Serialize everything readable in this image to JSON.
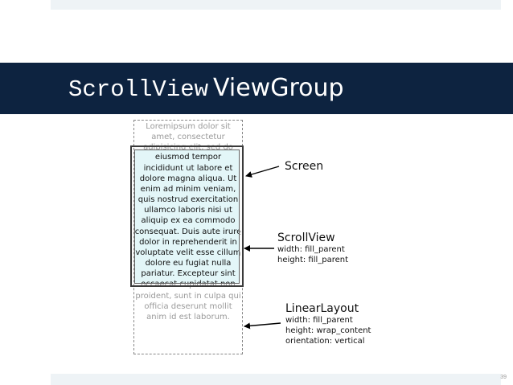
{
  "title": {
    "code_part": "ScrollView",
    "text_part": "ViewGroup"
  },
  "page_number": "39",
  "diagram": {
    "lorem_text": "Loremipsum dolor sit amet, consectetur adipisicing elit, sed do eiusmod tempor incididunt ut labore et dolore magna aliqua. Ut enim ad minim veniam, quis nostrud exercitation ullamco laboris nisi ut aliquip ex ea commodo consequat. Duis aute irure dolor in reprehenderit in voluptate velit esse cillum dolore eu fugiat nulla pariatur. Excepteur sint occaecat cupidatat non proident, sunt in culpa qui officia deserunt mollit anim id est laborum.",
    "screen": {
      "label": "Screen"
    },
    "scrollview": {
      "label": "ScrollView",
      "width": "width: fill_parent",
      "height": "height: fill_parent"
    },
    "linearlayout": {
      "label": "LinearLayout",
      "width": "width: fill_parent",
      "height": "height: wrap_content",
      "orientation": "orientation: vertical"
    }
  }
}
